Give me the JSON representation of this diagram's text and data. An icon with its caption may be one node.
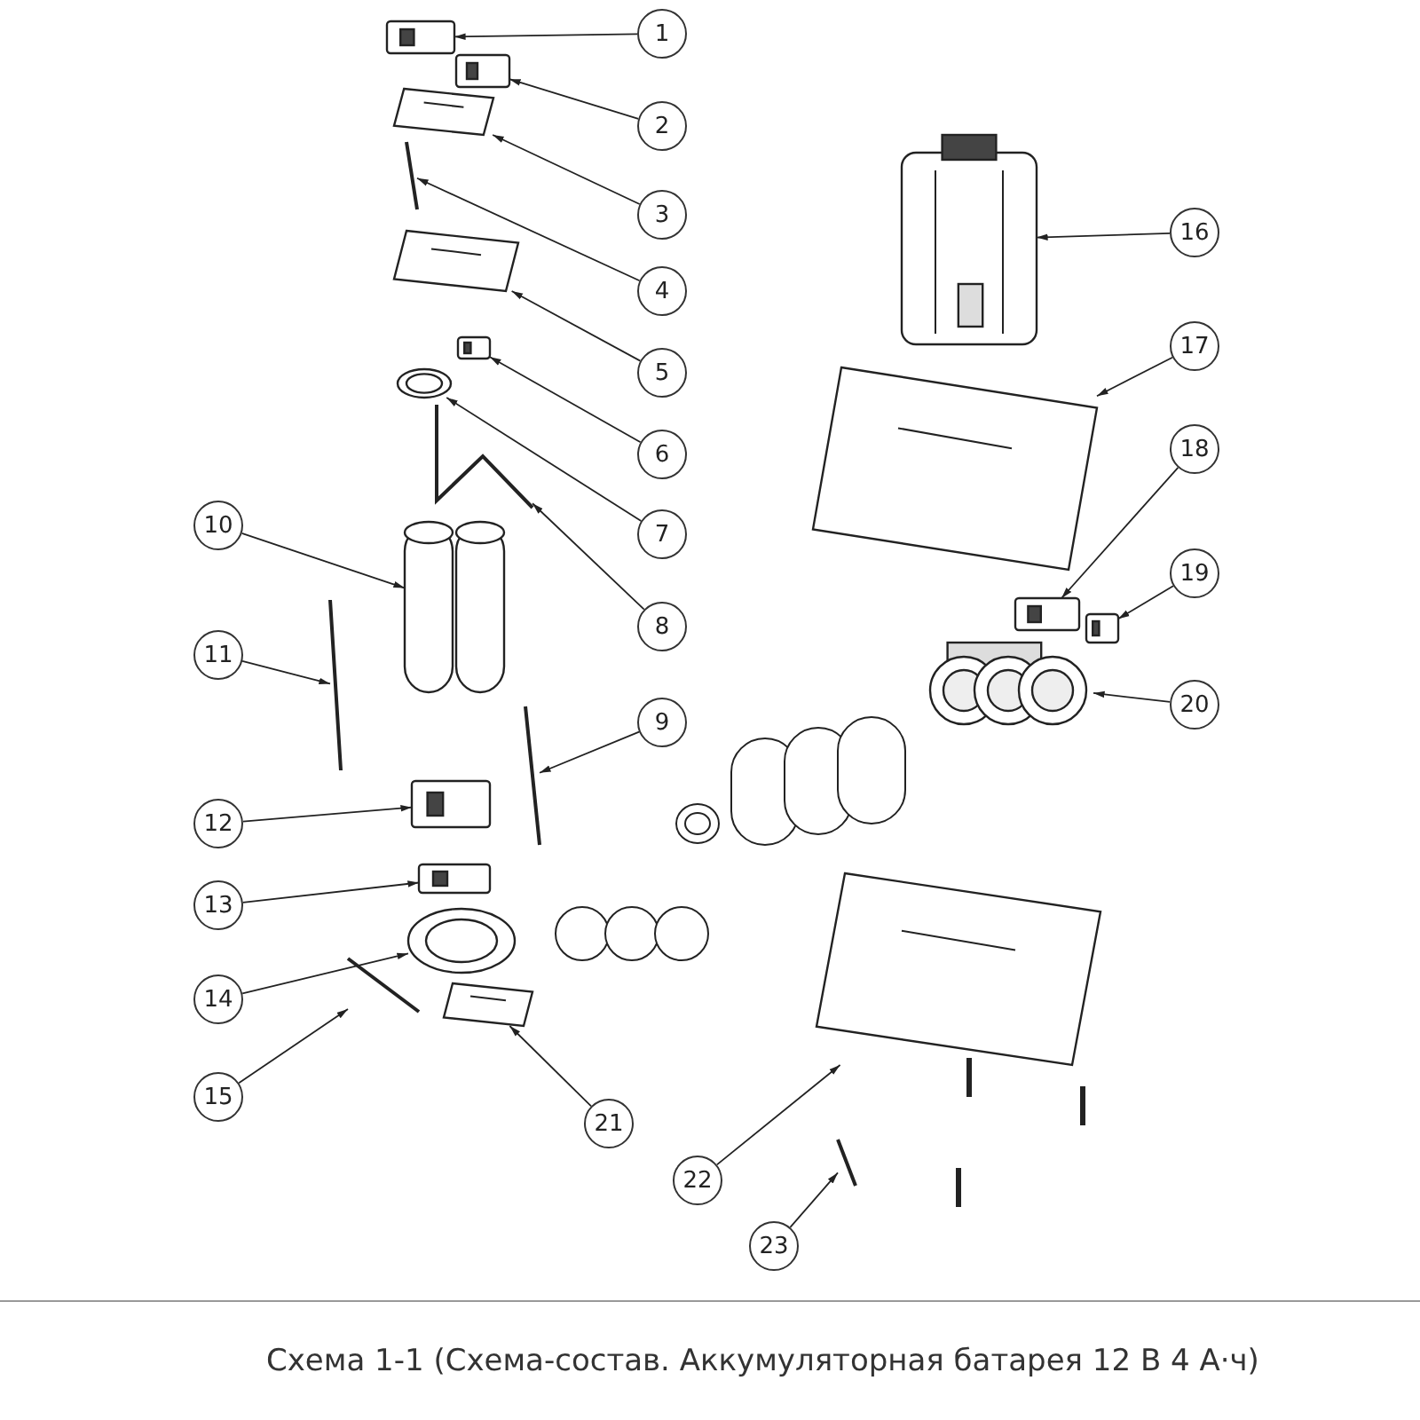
{
  "diagram": {
    "caption": "Схема 1-1 (Схема-состав. Аккумуляторная батарея 12 В 4 А·ч)",
    "nodes": [
      {
        "text": [
          "1"
        ]
      },
      {
        "text": [
          "2"
        ]
      },
      {
        "text": [
          "3"
        ]
      },
      {
        "text": [
          "4"
        ]
      },
      {
        "text": [
          "5"
        ]
      },
      {
        "text": [
          "6"
        ]
      },
      {
        "text": [
          "7"
        ]
      },
      {
        "text": [
          "8"
        ]
      },
      {
        "text": [
          "9"
        ]
      },
      {
        "text": [
          "10"
        ]
      },
      {
        "text": [
          "11"
        ]
      },
      {
        "text": [
          "12"
        ]
      },
      {
        "text": [
          "13"
        ]
      },
      {
        "text": [
          "14"
        ]
      },
      {
        "text": [
          "15"
        ]
      },
      {
        "text": [
          "16"
        ]
      },
      {
        "text": [
          "17"
        ]
      },
      {
        "text": [
          "18"
        ]
      },
      {
        "text": [
          "19"
        ]
      },
      {
        "text": [
          "20"
        ]
      },
      {
        "text": [
          "21"
        ]
      },
      {
        "text": [
          "22"
        ]
      },
      {
        "text": [
          "23"
        ]
      },
      {
        "text": [],
        "shape": "picture"
      },
      {
        "text": [],
        "shape": "picture"
      },
      {
        "text": [],
        "shape": "picture"
      },
      {
        "text": [],
        "shape": "picture"
      },
      {
        "text": [],
        "shape": "picture"
      },
      {
        "text": [],
        "shape": "picture"
      },
      {
        "text": [],
        "shape": "picture"
      },
      {
        "text": [],
        "shape": "picture"
      },
      {
        "text": [],
        "shape": "picture"
      },
      {
        "text": [],
        "shape": "picture"
      },
      {
        "text": [],
        "shape": "picture"
      },
      {
        "text": [],
        "shape": "picture"
      },
      {
        "text": [],
        "shape": "picture"
      },
      {
        "text": [],
        "shape": "picture"
      },
      {
        "text": [],
        "shape": "picture"
      },
      {
        "text": [],
        "shape": "picture"
      },
      {
        "text": [],
        "shape": "picture"
      },
      {
        "text": [],
        "shape": "picture"
      },
      {
        "text": [],
        "shape": "picture"
      },
      {
        "text": [],
        "shape": "picture"
      },
      {
        "text": [],
        "shape": "picture"
      },
      {
        "text": [],
        "shape": "picture"
      },
      {
        "text": [],
        "shape": "picture"
      }
    ],
    "edges": [
      {
        "from": 0,
        "to": 23,
        "arrow": "to"
      },
      {
        "from": 1,
        "to": 24,
        "arrow": "to"
      },
      {
        "from": 2,
        "to": 25,
        "arrow": "to"
      },
      {
        "from": 3,
        "to": 26,
        "arrow": "to"
      },
      {
        "from": 4,
        "to": 27,
        "arrow": "to"
      },
      {
        "from": 5,
        "to": 28,
        "arrow": "to"
      },
      {
        "from": 6,
        "to": 29,
        "arrow": "to"
      },
      {
        "from": 7,
        "to": 30,
        "arrow": "to"
      },
      {
        "from": 8,
        "to": 31,
        "arrow": "to"
      },
      {
        "from": 9,
        "to": 32,
        "arrow": "to"
      },
      {
        "from": 10,
        "to": 33,
        "arrow": "to"
      },
      {
        "from": 11,
        "to": 34,
        "arrow": "to"
      },
      {
        "from": 12,
        "to": 35,
        "arrow": "to"
      },
      {
        "from": 13,
        "to": 36,
        "arrow": "to"
      },
      {
        "from": 14,
        "to": 37,
        "arrow": "to"
      },
      {
        "from": 15,
        "to": 38,
        "arrow": "to"
      },
      {
        "from": 16,
        "to": 39,
        "arrow": "to"
      },
      {
        "from": 17,
        "to": 40,
        "arrow": "to"
      },
      {
        "from": 18,
        "to": 41,
        "arrow": "to"
      },
      {
        "from": 19,
        "to": 42,
        "arrow": "to"
      },
      {
        "from": 20,
        "to": 43,
        "arrow": "to"
      },
      {
        "from": 21,
        "to": 44,
        "arrow": "to"
      },
      {
        "from": 22,
        "to": 45,
        "arrow": "to"
      }
    ]
  }
}
